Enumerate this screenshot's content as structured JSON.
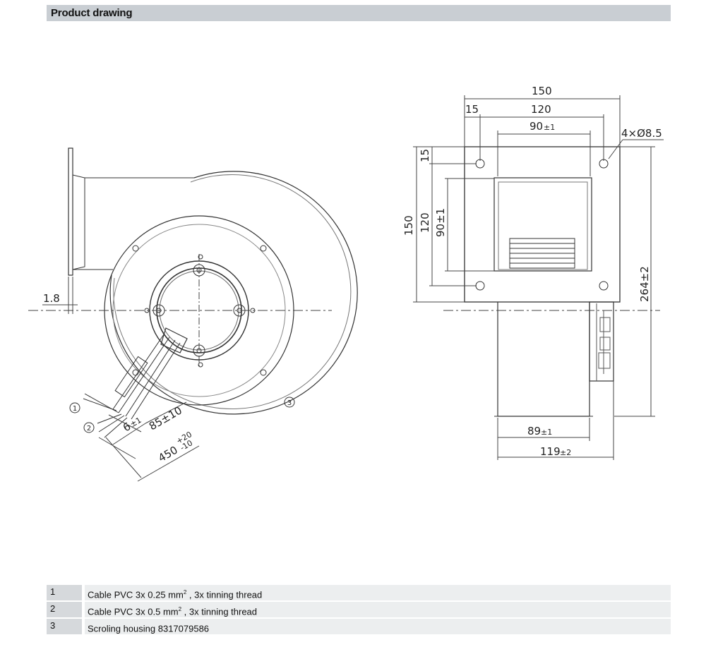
{
  "header": {
    "title": "Product drawing"
  },
  "dimensions": {
    "front": {
      "d_1_8": "1.8",
      "d_6": "6",
      "d_6_tol": "±1",
      "d_85": "85±10",
      "d_450": "450",
      "d_450_tol_plus": "+20",
      "d_450_tol_minus": "-10"
    },
    "side": {
      "w_150": "150",
      "w_15": "15",
      "w_120": "120",
      "w_90": "90",
      "w_90_tol": "±1",
      "holes": "4×Ø8.5",
      "h_15": "15",
      "h_150": "150",
      "h_120": "120",
      "h_90": "90±1",
      "h_264": "264±2",
      "w_89": "89",
      "w_89_tol": "±1",
      "w_119": "119",
      "w_119_tol": "±2"
    }
  },
  "callouts": [
    "1",
    "2",
    "3"
  ],
  "legend": [
    {
      "num": "1",
      "text": "Cable PVC 3x 0.25 mm",
      "sup": "2",
      "suffix": " , 3x tinning thread"
    },
    {
      "num": "2",
      "text": "Cable PVC 3x 0.5 mm",
      "sup": "2",
      "suffix": " , 3x tinning thread"
    },
    {
      "num": "3",
      "text": "Scroling housing 8317079586",
      "sup": "",
      "suffix": ""
    }
  ]
}
